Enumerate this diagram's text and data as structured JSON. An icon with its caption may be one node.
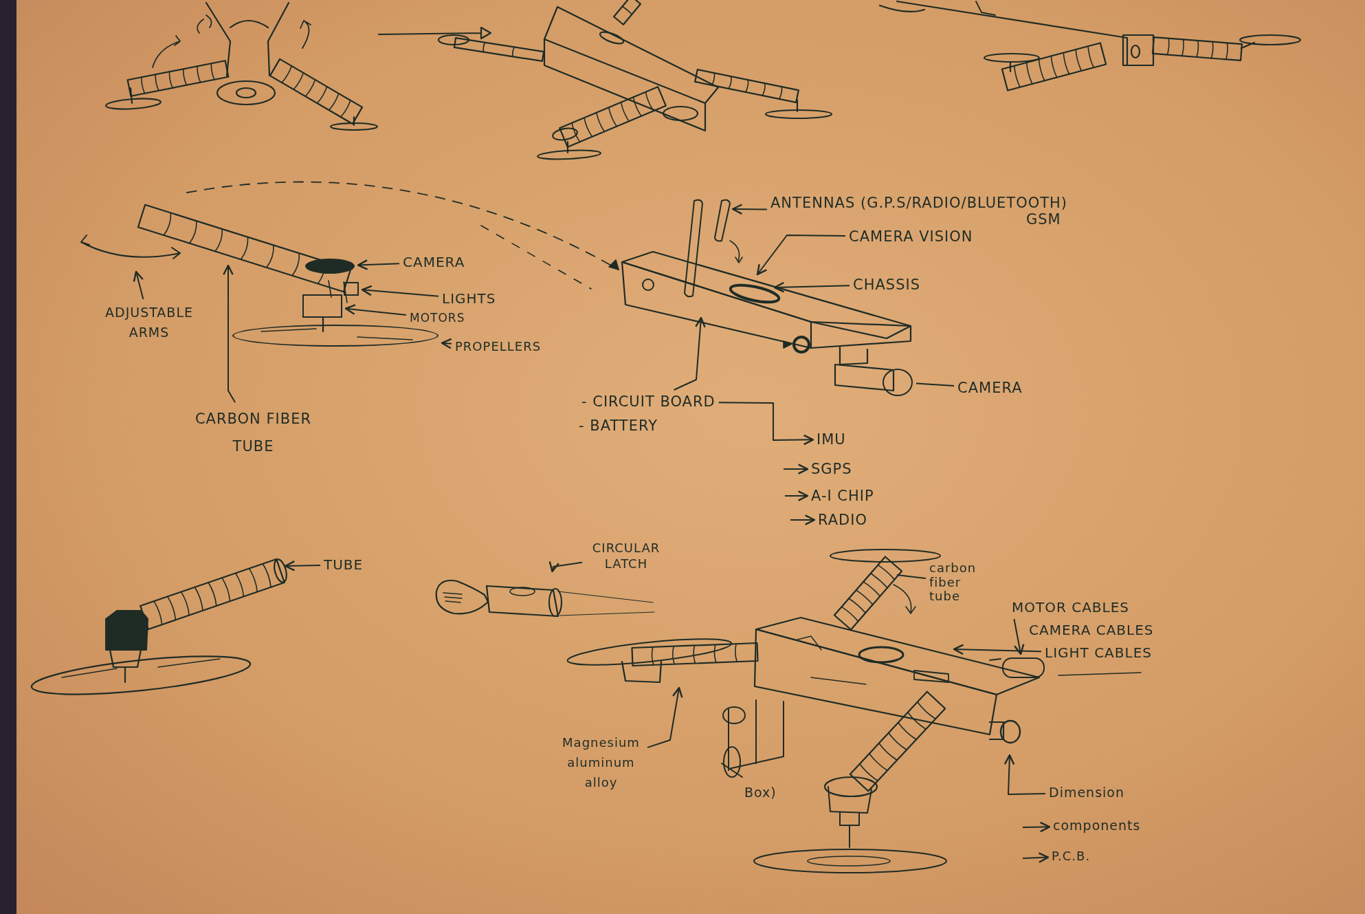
{
  "diagram": {
    "nodes": [
      {
        "text": [
          "CAMERA"
        ]
      },
      {
        "text": [
          "LIGHTS"
        ]
      },
      {
        "text": [
          "MOTORS"
        ]
      },
      {
        "text": [
          "PROPELLERS"
        ]
      },
      {
        "text": [
          "ADJUSTABLE ARMS"
        ]
      },
      {
        "text": [
          "CARBON FIBER TUBE"
        ]
      },
      {
        "text": [
          "ANTENNAS (G.P.S/RADIO/BLUETOOTH)",
          "GSM"
        ]
      },
      {
        "text": [
          "CAMERA VISION"
        ]
      },
      {
        "text": [
          "CHASSIS"
        ]
      },
      {
        "text": [
          "CAMERA"
        ]
      },
      {
        "text": [
          "- CIRCUIT BOARD"
        ]
      },
      {
        "text": [
          "- BATTERY"
        ]
      },
      {
        "text": [
          "IMU"
        ]
      },
      {
        "text": [
          "SGPS"
        ]
      },
      {
        "text": [
          "A-I CHIP"
        ]
      },
      {
        "text": [
          "RADIO"
        ]
      },
      {
        "text": [
          "TUBE"
        ]
      },
      {
        "text": [
          "CIRCULAR LATCH"
        ]
      },
      {
        "text": [
          "carbon fiber tube"
        ]
      },
      {
        "text": [
          "MOTOR CABLES"
        ]
      },
      {
        "text": [
          "CAMERA CABLES"
        ]
      },
      {
        "text": [
          "LIGHT CABLES"
        ]
      },
      {
        "text": [
          "Magnesium aluminum alloy"
        ]
      },
      {
        "text": [
          "Box)"
        ]
      },
      {
        "text": [
          "Dimension"
        ]
      },
      {
        "text": [
          "components"
        ]
      },
      {
        "text": [
          "P.C.B."
        ]
      },
      {
        "text": [],
        "shape": "cylinder"
      },
      {
        "text": [],
        "shape": "ellipse"
      },
      {
        "text": [],
        "shape": "circle"
      },
      {
        "text": [],
        "shape": "picture"
      },
      {
        "text": [],
        "shape": "box"
      },
      {
        "text": [],
        "shape": "box"
      },
      {
        "text": [],
        "shape": "disc"
      },
      {
        "text": [],
        "shape": "arrow"
      }
    ],
    "edges": [
      {
        "from": 0,
        "to": 33,
        "arrow": "to"
      },
      {
        "from": 1,
        "to": 32,
        "arrow": "to"
      },
      {
        "from": 2,
        "to": 31,
        "arrow": "to"
      },
      {
        "from": 3,
        "to": 28,
        "arrow": "to"
      },
      {
        "from": 4,
        "to": 34,
        "arrow": "to"
      },
      {
        "from": 5,
        "to": null,
        "arrow": "to"
      },
      {
        "from": 6,
        "to": null,
        "arrow": "to"
      },
      {
        "from": 7,
        "to": null,
        "arrow": "to"
      },
      {
        "from": 8,
        "to": null,
        "arrow": "to"
      },
      {
        "from": 9,
        "to": 29,
        "arrow": "none"
      },
      {
        "from": 10,
        "to": null,
        "arrow": "to"
      },
      {
        "from": 10,
        "to": 12,
        "arrow": "to"
      },
      {
        "from": null,
        "to": 13,
        "arrow": "to"
      },
      {
        "from": null,
        "to": 14,
        "arrow": "to"
      },
      {
        "from": null,
        "to": 15,
        "arrow": "to"
      },
      {
        "from": 16,
        "to": null,
        "arrow": "to"
      },
      {
        "from": 17,
        "to": 30,
        "arrow": "to"
      },
      {
        "from": 18,
        "to": null,
        "arrow": "none"
      },
      {
        "from": 19,
        "to": 27,
        "arrow": "to"
      },
      {
        "from": 21,
        "to": null,
        "arrow": "to"
      },
      {
        "from": 22,
        "to": null,
        "arrow": "to"
      },
      {
        "from": 24,
        "to": null,
        "arrow": "to"
      },
      {
        "from": null,
        "to": 25,
        "arrow": "to"
      },
      {
        "from": null,
        "to": 26,
        "arrow": "to"
      }
    ]
  }
}
